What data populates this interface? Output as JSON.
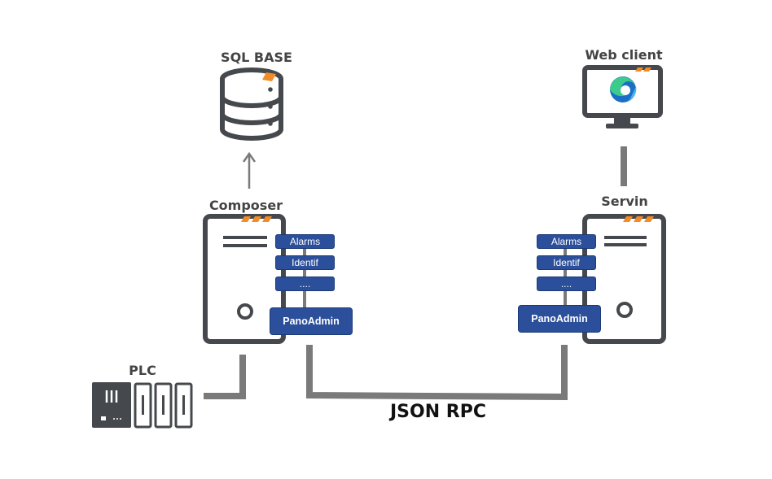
{
  "labels": {
    "sql_base": "SQL BASE",
    "web_client": "Web client",
    "composer": "Composer",
    "servin": "Servin",
    "plc": "PLC",
    "json_rpc": "JSON RPC"
  },
  "composer_modules": [
    "Alarms",
    "Identif",
    "...."
  ],
  "composer_admin": "PanoAdmin",
  "servin_modules": [
    "Alarms",
    "Identif",
    "...."
  ],
  "servin_admin": "PanoAdmin",
  "icons": {
    "database": "database-icon",
    "monitor": "monitor-icon",
    "browser": "edge-browser-icon",
    "server": "server-icon",
    "plc": "plc-rack-icon"
  },
  "colors": {
    "outline": "#45484c",
    "connector": "#7a7a7a",
    "accent": "#f28c28",
    "module_fill": "#2b4f9a"
  }
}
